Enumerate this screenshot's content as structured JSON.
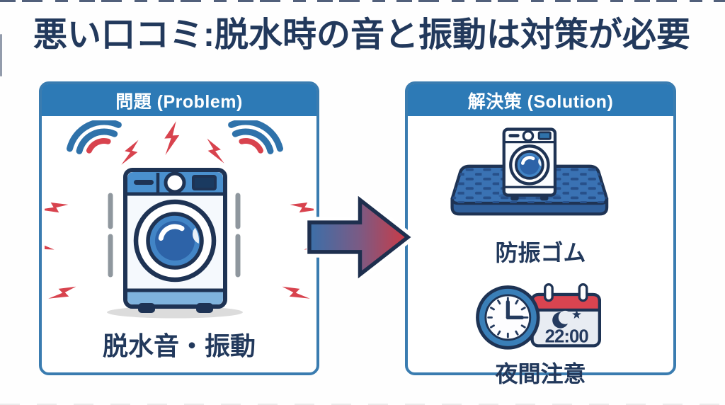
{
  "page": {
    "title": "悪い口コミ:脱水時の音と振動は対策が必要"
  },
  "problem_panel": {
    "header": "問題 (Problem)",
    "caption": "脱水音・振動",
    "illustration": "washing-machine-with-vibration-and-noise"
  },
  "solution_panel": {
    "header": "解決策 (Solution)",
    "items": [
      {
        "caption": "防振ゴム",
        "illustration": "washer-on-anti-vibration-mat"
      },
      {
        "caption": "夜間注意",
        "illustration": "clock-and-night-calendar",
        "calendar_time": "22:00"
      }
    ]
  },
  "arrow": {
    "direction": "right",
    "gradient_from": "#3b6fa9",
    "gradient_to": "#cc3a45"
  },
  "icons": [
    "sound-waves-icon",
    "lightning-bolt-icon",
    "washing-machine-icon",
    "arrow-right-icon",
    "anti-vibration-mat-icon",
    "clock-icon",
    "calendar-icon",
    "moon-star-icon"
  ],
  "colors": {
    "title_text": "#22395c",
    "panel_border": "#3a7cb0",
    "panel_header_bg": "#2d7ab6",
    "panel_header_text": "#ffffff",
    "caption_text": "#22395c",
    "bolt_red": "#d8434e",
    "wave_blue": "#2f72aa",
    "outline_navy": "#1e3354",
    "machine_top_blue": "#4a90ce",
    "drum_blue": "#4285c6",
    "drum_dark_blue": "#2d63a8",
    "machine_base_blue": "#7fb3dd",
    "mat_blue": "#3a72b3",
    "clock_ring_blue": "#3a7fb8",
    "calendar_red": "#d94450",
    "calendar_body": "#e8ecf2",
    "shadow_gray": "#dcdcdc"
  }
}
